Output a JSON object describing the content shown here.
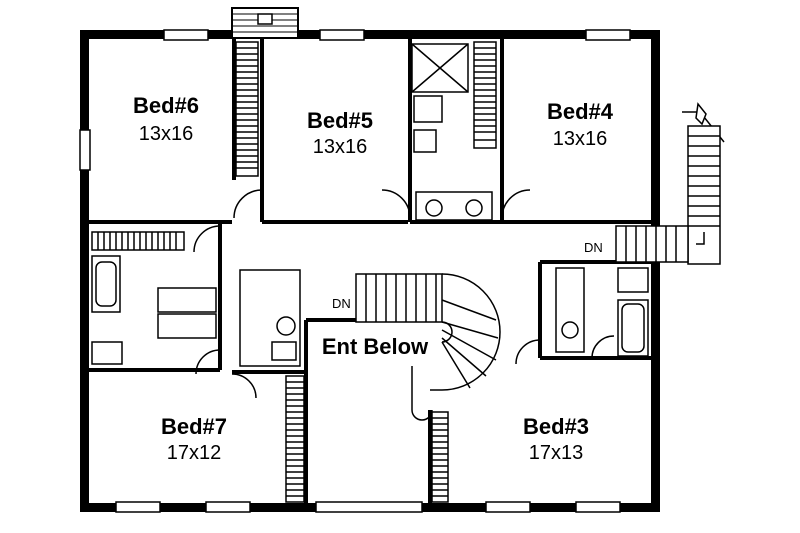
{
  "rooms": [
    {
      "id": "bed6",
      "name": "Bed#6",
      "size": "13x16"
    },
    {
      "id": "bed5",
      "name": "Bed#5",
      "size": "13x16"
    },
    {
      "id": "bed4",
      "name": "Bed#4",
      "size": "13x16"
    },
    {
      "id": "bed7",
      "name": "Bed#7",
      "size": "17x12"
    },
    {
      "id": "bed3",
      "name": "Bed#3",
      "size": "17x13"
    }
  ],
  "labels": {
    "entry": "Ent Below",
    "stair_down_main": "DN",
    "stair_down_rear": "DN"
  }
}
